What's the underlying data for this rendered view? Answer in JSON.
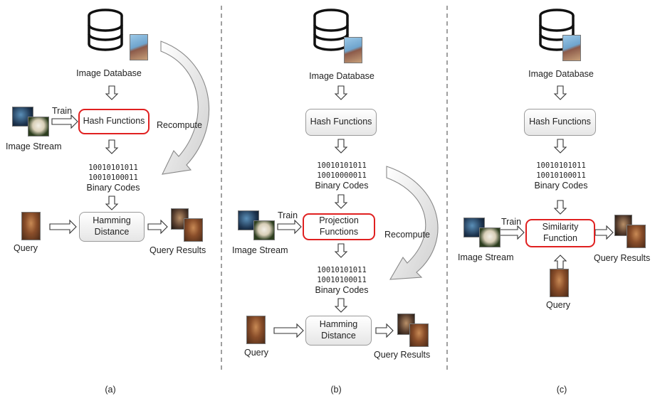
{
  "panels": [
    {
      "caption": "(a)",
      "database_label": "Image Database",
      "hash_label": "Hash Functions",
      "stream_label": "Image Stream",
      "train_label": "Train",
      "recompute_label": "Recompute",
      "codes": [
        "10010101011",
        "10010100011"
      ],
      "codes_label": "Binary Codes",
      "hamming_label": "Hamming Distance",
      "query_label": "Query",
      "results_label": "Query Results"
    },
    {
      "caption": "(b)",
      "database_label": "Image Database",
      "hash_label": "Hash Functions",
      "codes1": [
        "10010101011",
        "10010000011"
      ],
      "codes1_label": "Binary Codes",
      "train_label": "Train",
      "projection_label": "Projection Functions",
      "stream_label": "Image Stream",
      "recompute_label": "Recompute",
      "codes2": [
        "10010101011",
        "10010100011"
      ],
      "codes2_label": "Binary Codes",
      "hamming_label": "Hamming Distance",
      "query_label": "Query",
      "results_label": "Query Results"
    },
    {
      "caption": "(c)",
      "database_label": "Image Database",
      "hash_label": "Hash Functions",
      "codes": [
        "10010101011",
        "10010100011"
      ],
      "codes_label": "Binary Codes",
      "train_label": "Train",
      "similarity_label": "Similarity Function",
      "stream_label": "Image Stream",
      "results_label": "Query Results",
      "query_label": "Query"
    }
  ]
}
